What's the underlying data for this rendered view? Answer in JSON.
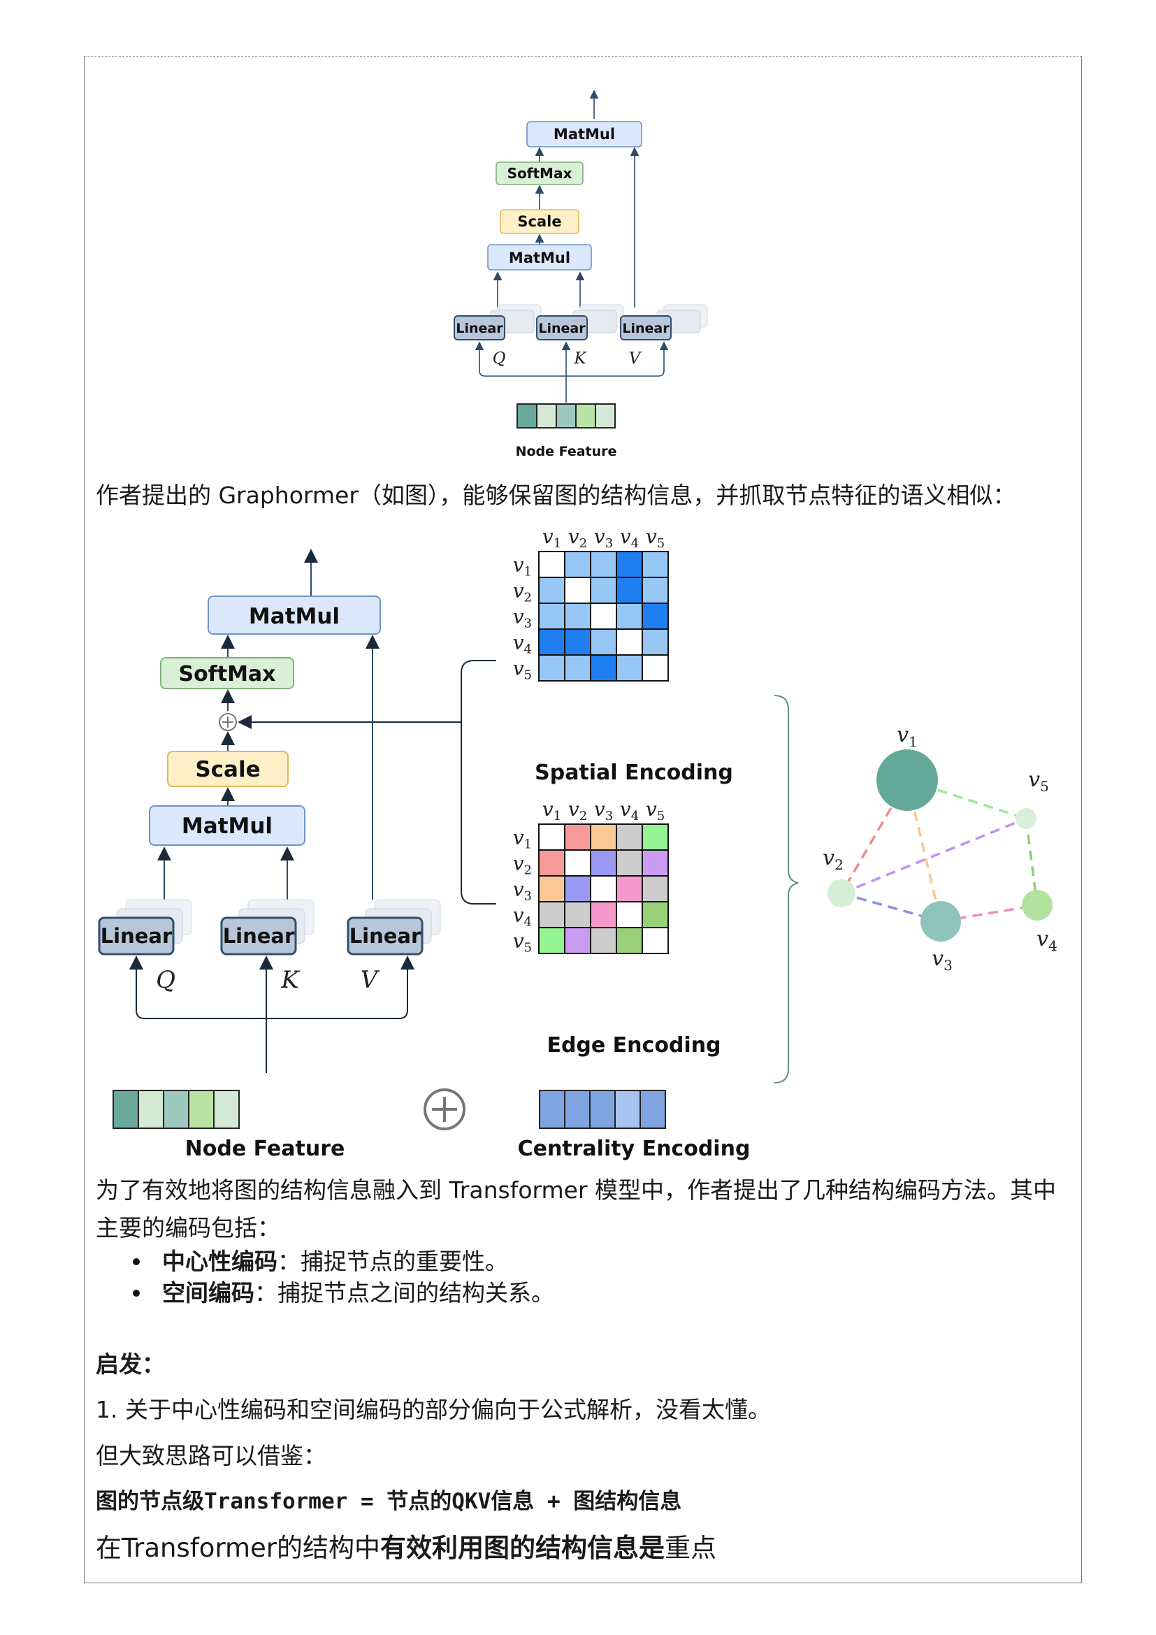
{
  "small_figure": {
    "matmul_top": "MatMul",
    "softmax": "SoftMax",
    "scale": "Scale",
    "matmul_bottom": "MatMul",
    "linear_q": "Linear",
    "linear_k": "Linear",
    "linear_v": "Linear",
    "q": "Q",
    "k": "K",
    "v": "V",
    "node_feature_label": "Node Feature",
    "node_feature_colors": [
      "#6aa89a",
      "#d3e9d4",
      "#9ec9bf",
      "#b8e3a4",
      "#d4ead6"
    ]
  },
  "paragraph_1": "作者提出的 Graphormer（如图），能够保留图的结构信息，并抓取节点特征的语义相似：",
  "big_figure": {
    "matmul_top": "MatMul",
    "softmax": "SoftMax",
    "scale": "Scale",
    "matmul_bottom": "MatMul",
    "linear_q": "Linear",
    "linear_k": "Linear",
    "linear_v": "Linear",
    "q": "Q",
    "k": "K",
    "v": "V",
    "node_feature_label": "Node Feature",
    "centrality_label": "Centrality Encoding",
    "spatial_label": "Spatial Encoding",
    "edge_label": "Edge Encoding",
    "node_names": [
      "v1",
      "v2",
      "v3",
      "v4",
      "v5"
    ],
    "node_feature_colors": [
      "#6aa89a",
      "#d3e9d4",
      "#9ec9bf",
      "#b8e3a4",
      "#d4ead6"
    ],
    "centrality_colors": [
      "#7fa4e0",
      "#7fa4e0",
      "#7fa4e0",
      "#a9c3f0",
      "#7fa4e0"
    ],
    "spatial_matrix": [
      [
        "#ffffff",
        "#96c7f5",
        "#96c7f5",
        "#1f7ef0",
        "#96c7f5"
      ],
      [
        "#96c7f5",
        "#ffffff",
        "#96c7f5",
        "#1f7ef0",
        "#96c7f5"
      ],
      [
        "#96c7f5",
        "#96c7f5",
        "#ffffff",
        "#96c7f5",
        "#1f7ef0"
      ],
      [
        "#1f7ef0",
        "#1f7ef0",
        "#96c7f5",
        "#ffffff",
        "#96c7f5"
      ],
      [
        "#96c7f5",
        "#96c7f5",
        "#1f7ef0",
        "#96c7f5",
        "#ffffff"
      ]
    ],
    "edge_matrix": [
      [
        "#ffffff",
        "#f79a99",
        "#fbc997",
        "#cccccc",
        "#96f593"
      ],
      [
        "#f79a99",
        "#ffffff",
        "#9a9af2",
        "#cccccc",
        "#c99cf2"
      ],
      [
        "#fbc997",
        "#9a9af2",
        "#ffffff",
        "#f59acb",
        "#cccccc"
      ],
      [
        "#cccccc",
        "#cccccc",
        "#f59acb",
        "#ffffff",
        "#99d179"
      ],
      [
        "#96f593",
        "#c99cf2",
        "#cccccc",
        "#99d179",
        "#ffffff"
      ]
    ],
    "graph": {
      "node_colors": {
        "v1": "#64a89a",
        "v2": "#d5eed6",
        "v3": "#8fc4bd",
        "v4": "#b3e2a0",
        "v5": "#d9efda"
      },
      "edge_colors": {
        "v1-v2": "#f08a88",
        "v1-v3": "#f8c594",
        "v1-v5": "#98ec93",
        "v2-v5": "#c191ef",
        "v2-v3": "#8a90e8",
        "v3-v4": "#f288c6",
        "v5-v4": "#8ed075"
      }
    }
  },
  "paragraph_2_line1": "为了有效地将图的结构信息融入到 Transformer 模型中，作者提出了几种结构编码方法。其中",
  "paragraph_2_line2": "主要的编码包括：",
  "bullets": [
    {
      "term": "中心性编码",
      "desc": "：捕捉节点的重要性。"
    },
    {
      "term": "空间编码",
      "desc": "：捕捉节点之间的结构关系。"
    }
  ],
  "inspiration_title": "启发：",
  "inspiration_1": "1. 关于中心性编码和空间编码的部分偏向于公式解析，没看太懂。",
  "inspiration_2": "但大致思路可以借鉴：",
  "formula": "图的节点级Transformer = 节点的QKV信息 + 图结构信息",
  "final_plain_1": "在Transformer的结构中",
  "final_bold": "有效利用图的结构信息是",
  "final_plain_2": "重点"
}
